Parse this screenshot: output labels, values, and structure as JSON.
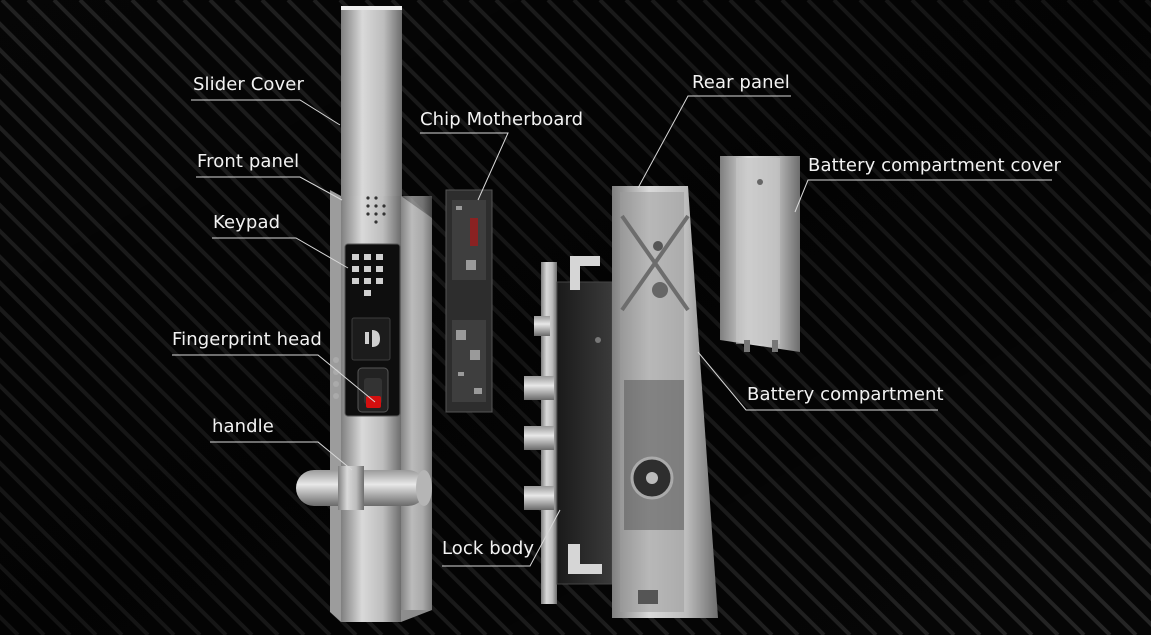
{
  "labels": {
    "slider_cover": "Slider Cover",
    "front_panel": "Front panel",
    "keypad": "Keypad",
    "fingerprint_head": "Fingerprint head",
    "handle": "handle",
    "chip_motherboard": "Chip Motherboard",
    "lock_body": "Lock body",
    "rear_panel": "Rear panel",
    "battery_compartment_cover": "Battery compartment cover",
    "battery_compartment": "Battery compartment"
  },
  "colors": {
    "background": "#070707",
    "label_text": "#f2f2f2",
    "leader_line": "#d8d8d8",
    "metal_light": "#d9d9d9",
    "metal_dark": "#8a8a8a",
    "panel_black": "#111111",
    "pcb_gray": "#3a3a3a",
    "sensor_red": "#d40f0f"
  }
}
